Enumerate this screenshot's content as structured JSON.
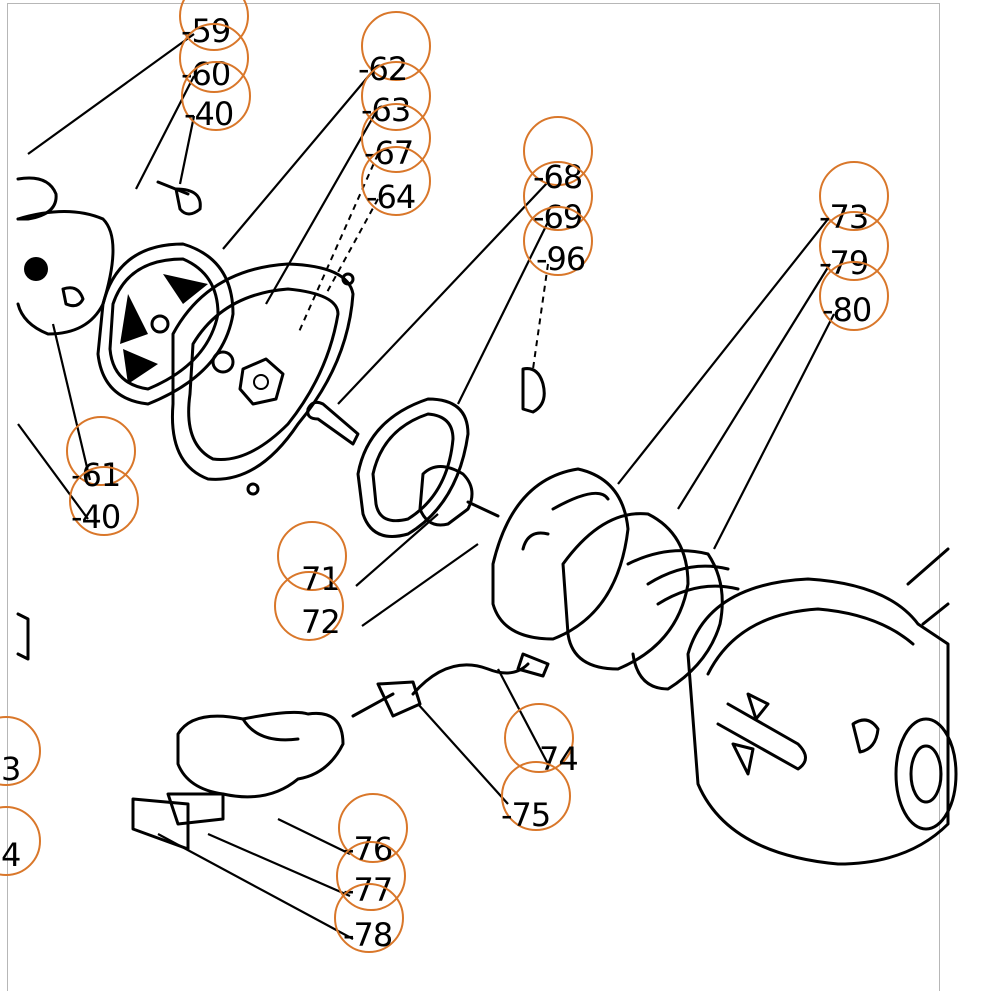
{
  "ring_color": "#d9772a",
  "callouts": [
    {
      "id": "59",
      "text": "-59"
    },
    {
      "id": "60",
      "text": "-60"
    },
    {
      "id": "40a",
      "text": "-40"
    },
    {
      "id": "62",
      "text": "-62"
    },
    {
      "id": "63",
      "text": "-63"
    },
    {
      "id": "67",
      "text": "-67"
    },
    {
      "id": "64",
      "text": "-64"
    },
    {
      "id": "68",
      "text": "-68"
    },
    {
      "id": "69",
      "text": "-69"
    },
    {
      "id": "96",
      "text": "-96"
    },
    {
      "id": "73",
      "text": "-73"
    },
    {
      "id": "79",
      "text": "-79"
    },
    {
      "id": "80",
      "text": "-80"
    },
    {
      "id": "61",
      "text": "-61"
    },
    {
      "id": "40b",
      "text": "-40"
    },
    {
      "id": "71",
      "text": "71"
    },
    {
      "id": "72",
      "text": "72"
    },
    {
      "id": "74",
      "text": "74"
    },
    {
      "id": "75",
      "text": "-75"
    },
    {
      "id": "76",
      "text": "-76"
    },
    {
      "id": "77",
      "text": "-77"
    },
    {
      "id": "78",
      "text": "-78"
    },
    {
      "id": "3",
      "text": "3"
    },
    {
      "id": "4",
      "text": "4"
    }
  ]
}
